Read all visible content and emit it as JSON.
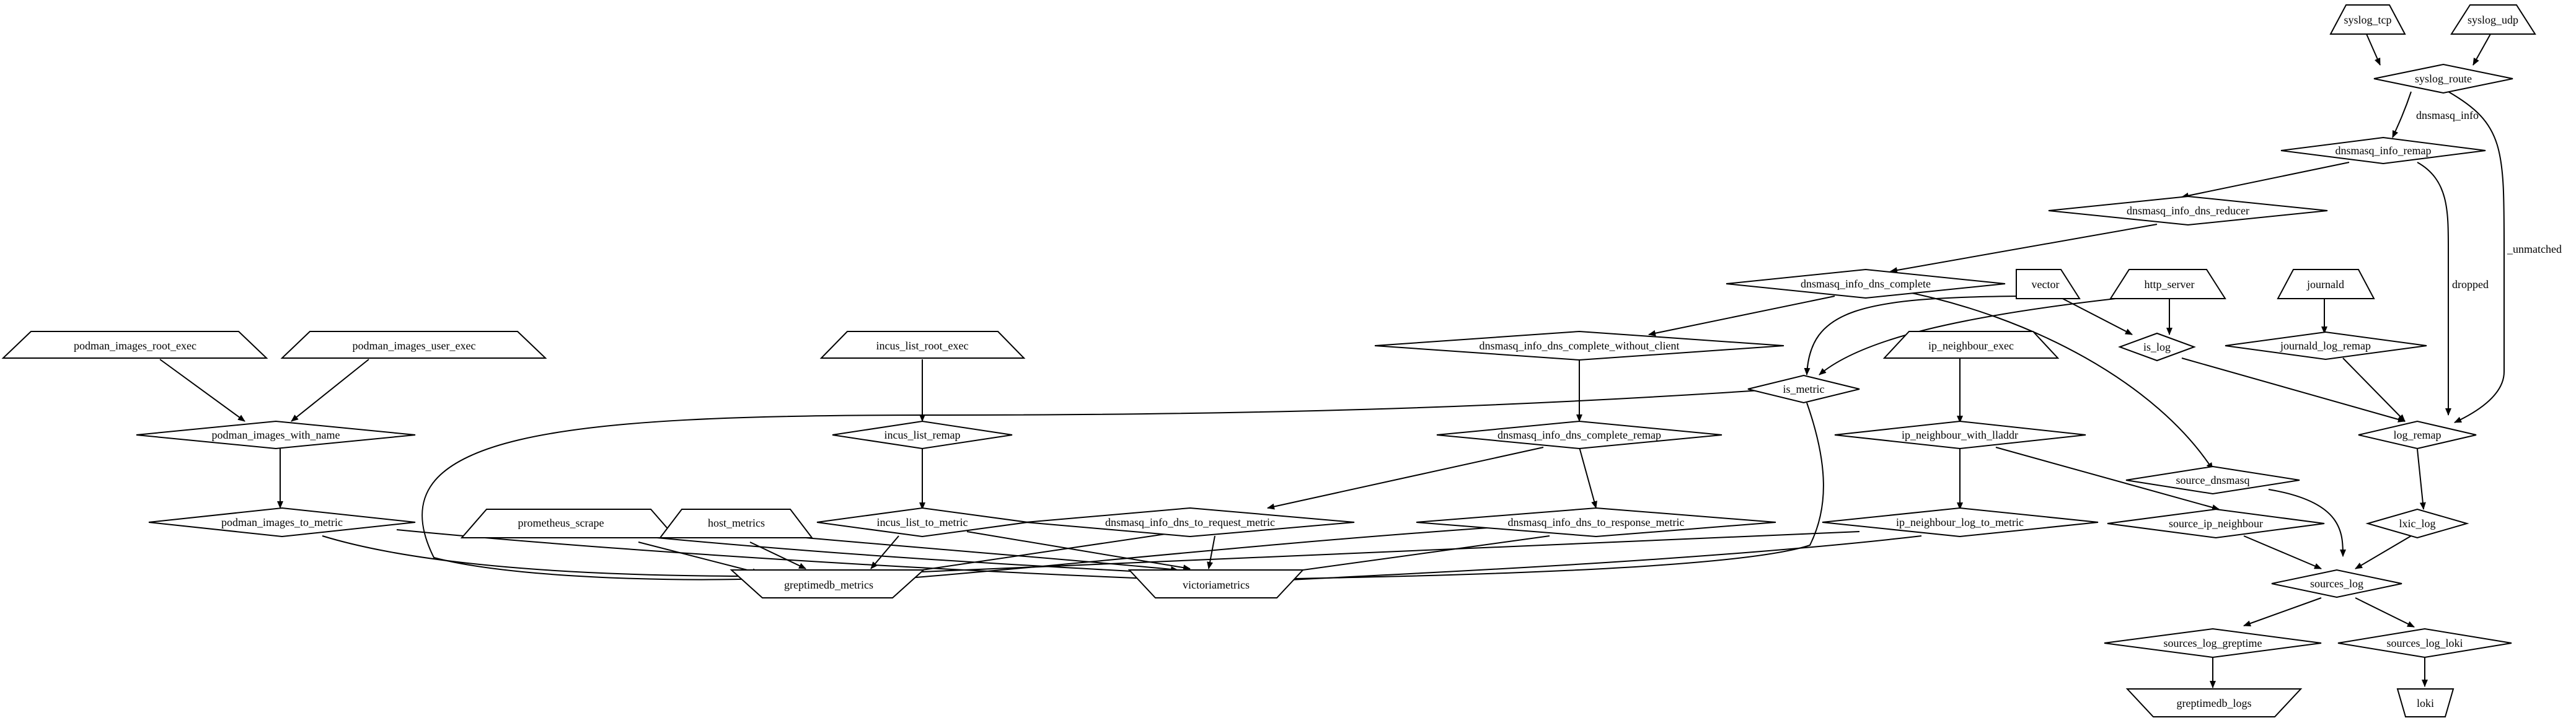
{
  "nodes": {
    "syslog_tcp": "syslog_tcp",
    "syslog_udp": "syslog_udp",
    "syslog_route": "syslog_route",
    "dnsmasq_info_remap": "dnsmasq_info_remap",
    "dnsmasq_info_dns_reducer": "dnsmasq_info_dns_reducer",
    "dnsmasq_info_dns_complete": "dnsmasq_info_dns_complete",
    "dnsmasq_info_dns_complete_without_client": "dnsmasq_info_dns_complete_without_client",
    "dnsmasq_info_dns_complete_remap": "dnsmasq_info_dns_complete_remap",
    "dnsmasq_info_dns_to_request_metric": "dnsmasq_info_dns_to_request_metric",
    "dnsmasq_info_dns_to_response_metric": "dnsmasq_info_dns_to_response_metric",
    "vector": "vector",
    "http_server": "http_server",
    "journald": "journald",
    "is_log": "is_log",
    "journald_log_remap": "journald_log_remap",
    "log_remap": "log_remap",
    "is_metric": "is_metric",
    "ip_neighbour_exec": "ip_neighbour_exec",
    "ip_neighbour_with_lladdr": "ip_neighbour_with_lladdr",
    "ip_neighbour_log_to_metric": "ip_neighbour_log_to_metric",
    "source_dnsmasq": "source_dnsmasq",
    "source_ip_neighbour": "source_ip_neighbour",
    "lxic_log": "lxic_log",
    "sources_log": "sources_log",
    "sources_log_greptime": "sources_log_greptime",
    "sources_log_loki": "sources_log_loki",
    "greptimedb_logs": "greptimedb_logs",
    "loki": "loki",
    "podman_images_root_exec": "podman_images_root_exec",
    "podman_images_user_exec": "podman_images_user_exec",
    "podman_images_with_name": "podman_images_with_name",
    "podman_images_to_metric": "podman_images_to_metric",
    "incus_list_root_exec": "incus_list_root_exec",
    "incus_list_remap": "incus_list_remap",
    "incus_list_to_metric": "incus_list_to_metric",
    "prometheus_scrape": "prometheus_scrape",
    "host_metrics": "host_metrics",
    "greptimedb_metrics": "greptimedb_metrics",
    "victoriametrics": "victoriametrics"
  },
  "edge_labels": {
    "dnsmasq_info": "dnsmasq_info",
    "unmatched": "_unmatched",
    "dropped": "dropped"
  }
}
